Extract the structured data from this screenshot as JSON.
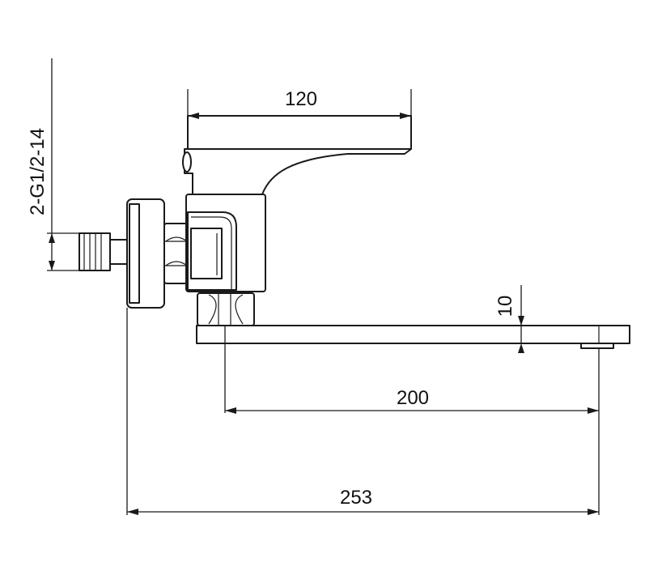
{
  "drawing": {
    "dimensions": {
      "handle_length": "120",
      "spout_thickness": "10",
      "spout_reach": "200",
      "overall_length": "253",
      "thread_spec": "2-G1/2-14"
    }
  }
}
